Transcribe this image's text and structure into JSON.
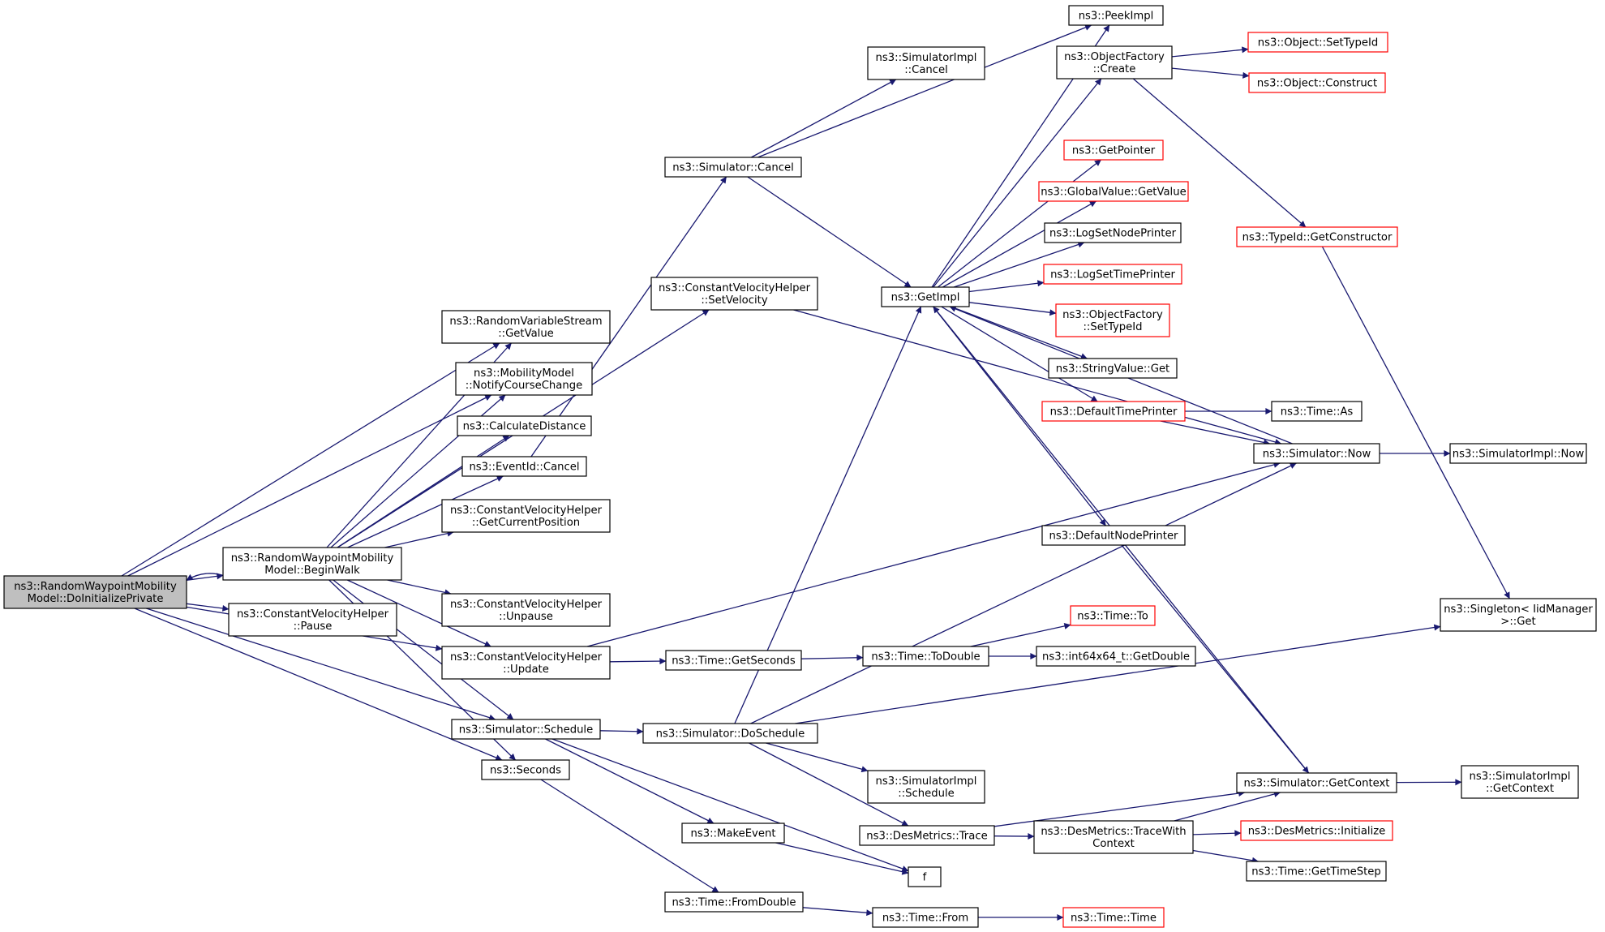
{
  "colors": {
    "edge": "#191970",
    "node_border": "#000000",
    "node_border_incomplete": "#ff0000",
    "node_fill": "#ffffff",
    "root_fill": "#bfbfbf"
  },
  "nodes": [
    {
      "id": "root",
      "lines": [
        "ns3::RandomWaypointMobility",
        "Model::DoInitializePrivate"
      ],
      "style": "root"
    },
    {
      "id": "beginwalk",
      "lines": [
        "ns3::RandomWaypointMobility",
        "Model::BeginWalk"
      ],
      "style": "normal"
    },
    {
      "id": "rvs_getvalue",
      "lines": [
        "ns3::RandomVariableStream",
        "::GetValue"
      ],
      "style": "normal"
    },
    {
      "id": "notifycourse",
      "lines": [
        "ns3::MobilityModel",
        "::NotifyCourseChange"
      ],
      "style": "normal"
    },
    {
      "id": "calcdist",
      "lines": [
        "ns3::CalculateDistance"
      ],
      "style": "normal"
    },
    {
      "id": "eventid_cancel",
      "lines": [
        "ns3::EventId::Cancel"
      ],
      "style": "normal"
    },
    {
      "id": "cvh_getpos",
      "lines": [
        "ns3::ConstantVelocityHelper",
        "::GetCurrentPosition"
      ],
      "style": "normal"
    },
    {
      "id": "cvh_unpause",
      "lines": [
        "ns3::ConstantVelocityHelper",
        "::Unpause"
      ],
      "style": "normal"
    },
    {
      "id": "cvh_pause",
      "lines": [
        "ns3::ConstantVelocityHelper",
        "::Pause"
      ],
      "style": "normal"
    },
    {
      "id": "cvh_update",
      "lines": [
        "ns3::ConstantVelocityHelper",
        "::Update"
      ],
      "style": "normal"
    },
    {
      "id": "sim_schedule",
      "lines": [
        "ns3::Simulator::Schedule"
      ],
      "style": "normal"
    },
    {
      "id": "seconds",
      "lines": [
        "ns3::Seconds"
      ],
      "style": "normal"
    },
    {
      "id": "sim_cancel",
      "lines": [
        "ns3::Simulator::Cancel"
      ],
      "style": "normal"
    },
    {
      "id": "cvh_setvel",
      "lines": [
        "ns3::ConstantVelocityHelper",
        "::SetVelocity"
      ],
      "style": "normal"
    },
    {
      "id": "time_getseconds",
      "lines": [
        "ns3::Time::GetSeconds"
      ],
      "style": "normal"
    },
    {
      "id": "sim_doschedule",
      "lines": [
        "ns3::Simulator::DoSchedule"
      ],
      "style": "normal"
    },
    {
      "id": "makeevent",
      "lines": [
        "ns3::MakeEvent"
      ],
      "style": "normal"
    },
    {
      "id": "time_fromdouble",
      "lines": [
        "ns3::Time::FromDouble"
      ],
      "style": "normal"
    },
    {
      "id": "simimpl_cancel",
      "lines": [
        "ns3::SimulatorImpl",
        "::Cancel"
      ],
      "style": "normal"
    },
    {
      "id": "getimpl",
      "lines": [
        "ns3::GetImpl"
      ],
      "style": "normal"
    },
    {
      "id": "time_todouble",
      "lines": [
        "ns3::Time::ToDouble"
      ],
      "style": "normal"
    },
    {
      "id": "simimpl_schedule",
      "lines": [
        "ns3::SimulatorImpl",
        "::Schedule"
      ],
      "style": "normal"
    },
    {
      "id": "desmetrics_trace",
      "lines": [
        "ns3::DesMetrics::Trace"
      ],
      "style": "normal"
    },
    {
      "id": "f",
      "lines": [
        "f"
      ],
      "style": "normal"
    },
    {
      "id": "time_from",
      "lines": [
        "ns3::Time::From"
      ],
      "style": "normal"
    },
    {
      "id": "peekimpl",
      "lines": [
        "ns3::PeekImpl"
      ],
      "style": "normal"
    },
    {
      "id": "objfactory_create",
      "lines": [
        "ns3::ObjectFactory",
        "::Create"
      ],
      "style": "normal"
    },
    {
      "id": "getpointer",
      "lines": [
        "ns3::GetPointer"
      ],
      "style": "incomplete"
    },
    {
      "id": "globalvalue_getvalue",
      "lines": [
        "ns3::GlobalValue::GetValue"
      ],
      "style": "incomplete"
    },
    {
      "id": "logsetnodeprinter",
      "lines": [
        "ns3::LogSetNodePrinter"
      ],
      "style": "normal"
    },
    {
      "id": "logsettimeprinter",
      "lines": [
        "ns3::LogSetTimePrinter"
      ],
      "style": "incomplete"
    },
    {
      "id": "objfactory_settypeid",
      "lines": [
        "ns3::ObjectFactory",
        "::SetTypeId"
      ],
      "style": "incomplete"
    },
    {
      "id": "stringvalue_get",
      "lines": [
        "ns3::StringValue::Get"
      ],
      "style": "normal"
    },
    {
      "id": "defaulttimeprinter",
      "lines": [
        "ns3::DefaultTimePrinter"
      ],
      "style": "incomplete"
    },
    {
      "id": "defaultnodeprinter",
      "lines": [
        "ns3::DefaultNodePrinter"
      ],
      "style": "normal"
    },
    {
      "id": "time_to",
      "lines": [
        "ns3::Time::To"
      ],
      "style": "incomplete"
    },
    {
      "id": "int64_getdouble",
      "lines": [
        "ns3::int64x64_t::GetDouble"
      ],
      "style": "normal"
    },
    {
      "id": "destracewith",
      "lines": [
        "ns3::DesMetrics::TraceWith",
        "Context"
      ],
      "style": "normal"
    },
    {
      "id": "time_time",
      "lines": [
        "ns3::Time::Time"
      ],
      "style": "incomplete"
    },
    {
      "id": "obj_settypeid",
      "lines": [
        "ns3::Object::SetTypeId"
      ],
      "style": "incomplete"
    },
    {
      "id": "obj_construct",
      "lines": [
        "ns3::Object::Construct"
      ],
      "style": "incomplete"
    },
    {
      "id": "typeid_getconstructor",
      "lines": [
        "ns3::TypeId::GetConstructor"
      ],
      "style": "incomplete"
    },
    {
      "id": "time_as",
      "lines": [
        "ns3::Time::As"
      ],
      "style": "normal"
    },
    {
      "id": "sim_now",
      "lines": [
        "ns3::Simulator::Now"
      ],
      "style": "normal"
    },
    {
      "id": "sim_getcontext",
      "lines": [
        "ns3::Simulator::GetContext"
      ],
      "style": "normal"
    },
    {
      "id": "desmetrics_initialize",
      "lines": [
        "ns3::DesMetrics::Initialize"
      ],
      "style": "incomplete"
    },
    {
      "id": "time_gettimestep",
      "lines": [
        "ns3::Time::GetTimeStep"
      ],
      "style": "normal"
    },
    {
      "id": "simimpl_now",
      "lines": [
        "ns3::SimulatorImpl::Now"
      ],
      "style": "normal"
    },
    {
      "id": "singleton_get",
      "lines": [
        "ns3::Singleton< IidManager",
        " >::Get"
      ],
      "style": "normal"
    },
    {
      "id": "simimpl_getcontext",
      "lines": [
        "ns3::SimulatorImpl",
        "::GetContext"
      ],
      "style": "normal"
    }
  ],
  "edges": [
    [
      "root",
      "beginwalk"
    ],
    [
      "root",
      "rvs_getvalue"
    ],
    [
      "root",
      "notifycourse"
    ],
    [
      "root",
      "cvh_pause"
    ],
    [
      "root",
      "cvh_update"
    ],
    [
      "root",
      "sim_schedule"
    ],
    [
      "root",
      "seconds"
    ],
    [
      "beginwalk",
      "root"
    ],
    [
      "beginwalk",
      "rvs_getvalue"
    ],
    [
      "beginwalk",
      "notifycourse"
    ],
    [
      "beginwalk",
      "calcdist"
    ],
    [
      "beginwalk",
      "eventid_cancel"
    ],
    [
      "beginwalk",
      "cvh_getpos"
    ],
    [
      "beginwalk",
      "cvh_unpause"
    ],
    [
      "beginwalk",
      "cvh_update"
    ],
    [
      "beginwalk",
      "sim_schedule"
    ],
    [
      "beginwalk",
      "seconds"
    ],
    [
      "beginwalk",
      "cvh_setvel"
    ],
    [
      "eventid_cancel",
      "sim_cancel"
    ],
    [
      "sim_cancel",
      "peekimpl"
    ],
    [
      "sim_cancel",
      "simimpl_cancel"
    ],
    [
      "sim_cancel",
      "getimpl"
    ],
    [
      "cvh_setvel",
      "sim_now"
    ],
    [
      "cvh_update",
      "time_getseconds"
    ],
    [
      "cvh_update",
      "sim_now"
    ],
    [
      "time_getseconds",
      "time_todouble"
    ],
    [
      "time_todouble",
      "time_to"
    ],
    [
      "time_todouble",
      "int64_getdouble"
    ],
    [
      "sim_schedule",
      "sim_doschedule"
    ],
    [
      "sim_schedule",
      "makeevent"
    ],
    [
      "sim_schedule",
      "f"
    ],
    [
      "sim_doschedule",
      "getimpl"
    ],
    [
      "sim_doschedule",
      "simimpl_schedule"
    ],
    [
      "sim_doschedule",
      "desmetrics_trace"
    ],
    [
      "sim_doschedule",
      "sim_now"
    ],
    [
      "sim_doschedule",
      "singleton_get"
    ],
    [
      "makeevent",
      "f"
    ],
    [
      "seconds",
      "time_fromdouble"
    ],
    [
      "time_fromdouble",
      "time_from"
    ],
    [
      "time_from",
      "time_time"
    ],
    [
      "getimpl",
      "peekimpl"
    ],
    [
      "getimpl",
      "objfactory_create"
    ],
    [
      "getimpl",
      "getpointer"
    ],
    [
      "getimpl",
      "globalvalue_getvalue"
    ],
    [
      "getimpl",
      "logsetnodeprinter"
    ],
    [
      "getimpl",
      "logsettimeprinter"
    ],
    [
      "getimpl",
      "objfactory_settypeid"
    ],
    [
      "getimpl",
      "stringvalue_get"
    ],
    [
      "getimpl",
      "defaulttimeprinter"
    ],
    [
      "getimpl",
      "defaultnodeprinter"
    ],
    [
      "objfactory_create",
      "obj_settypeid"
    ],
    [
      "objfactory_create",
      "obj_construct"
    ],
    [
      "objfactory_create",
      "typeid_getconstructor"
    ],
    [
      "typeid_getconstructor",
      "singleton_get"
    ],
    [
      "defaulttimeprinter",
      "time_as"
    ],
    [
      "defaulttimeprinter",
      "sim_now"
    ],
    [
      "sim_now",
      "getimpl"
    ],
    [
      "sim_now",
      "simimpl_now"
    ],
    [
      "defaultnodeprinter",
      "sim_getcontext"
    ],
    [
      "sim_getcontext",
      "getimpl"
    ],
    [
      "sim_getcontext",
      "simimpl_getcontext"
    ],
    [
      "desmetrics_trace",
      "destracewith"
    ],
    [
      "desmetrics_trace",
      "sim_getcontext"
    ],
    [
      "destracewith",
      "sim_getcontext"
    ],
    [
      "destracewith",
      "desmetrics_initialize"
    ],
    [
      "destracewith",
      "time_gettimestep"
    ]
  ]
}
